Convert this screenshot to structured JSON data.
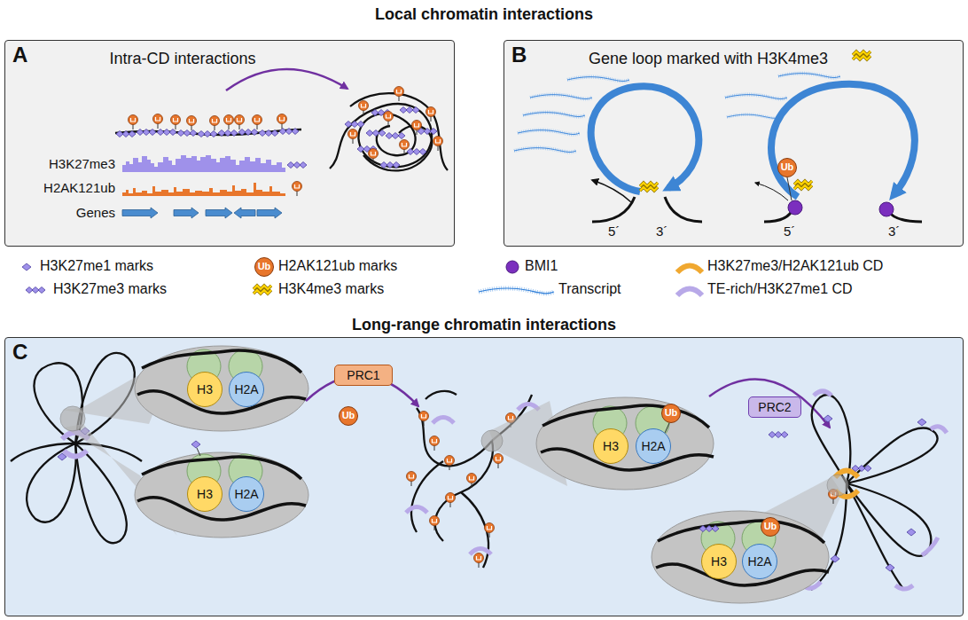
{
  "diagram": {
    "title": "Local chromatin interactions",
    "nodes": [
      {
        "text": [
          "A",
          "Intra-CD interactions"
        ]
      },
      {
        "text": [
          "B",
          "Gene loop marked with H3K4me3"
        ]
      },
      {
        "text": [
          "C"
        ]
      },
      {
        "text": [
          "H3"
        ],
        "in": 2
      },
      {
        "text": [
          "H2A"
        ],
        "in": 2
      },
      {
        "text": [
          "H3"
        ],
        "in": 2
      },
      {
        "text": [
          "H2A"
        ],
        "in": 2
      },
      {
        "text": [
          "PRC1"
        ],
        "in": 2
      },
      {
        "text": [
          "H3"
        ],
        "in": 2
      },
      {
        "text": [
          "H2A"
        ],
        "in": 2
      },
      {
        "text": [
          "PRC2"
        ],
        "in": 2
      },
      {
        "text": [
          "H3"
        ],
        "in": 2
      },
      {
        "text": [
          "H2A"
        ],
        "in": 2
      }
    ],
    "labels": [
      "H3K27me3",
      "H2AK121ub",
      "Genes",
      "5´",
      "3´",
      "5´",
      "3´",
      "Ub",
      "Ub",
      "Long-range chromatin interactions",
      "Ub",
      "Ub",
      "Ub"
    ],
    "legend": [
      {
        "text": "H3K27me1 marks"
      },
      {
        "text": "H2AK121ub marks"
      },
      {
        "text": "BMI1"
      },
      {
        "text": "H3K27me3/H2AK121ub CD"
      },
      {
        "text": "H3K27me3 marks"
      },
      {
        "text": "H3K4me3 marks"
      },
      {
        "text": "Transcript"
      },
      {
        "text": "TE-rich/H3K27me1 CD"
      }
    ]
  }
}
